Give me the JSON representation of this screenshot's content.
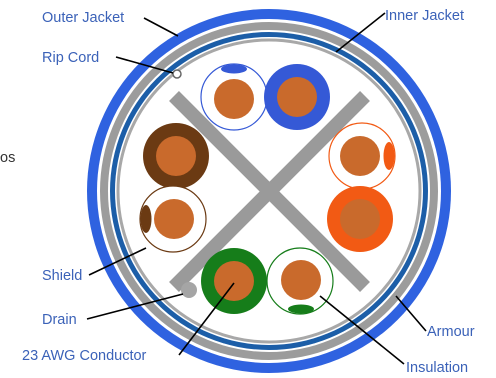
{
  "labels": {
    "outer_jacket": "Outer Jacket",
    "inner_jacket": "Inner Jacket",
    "rip_cord": "Rip Cord",
    "pairs_partial": "os",
    "shield": "Shield",
    "drain": "Drain",
    "conductor": "23 AWG Conductor",
    "armour": "Armour",
    "insulation": "Insulation"
  },
  "colors": {
    "label_text": "#3b62b8",
    "outer_jacket": "#2f62e0",
    "armour_band": "#9c9c9c",
    "inner_jacket": "#1c5ea8",
    "shield_ring": "#a8a8a8",
    "separator": "#9a9a9a",
    "copper": "#c96a2c",
    "blue_pair": "#3559d6",
    "brown_pair": "#6b3a13",
    "orange_pair": "#f25a14",
    "green_pair": "#167d1a"
  }
}
